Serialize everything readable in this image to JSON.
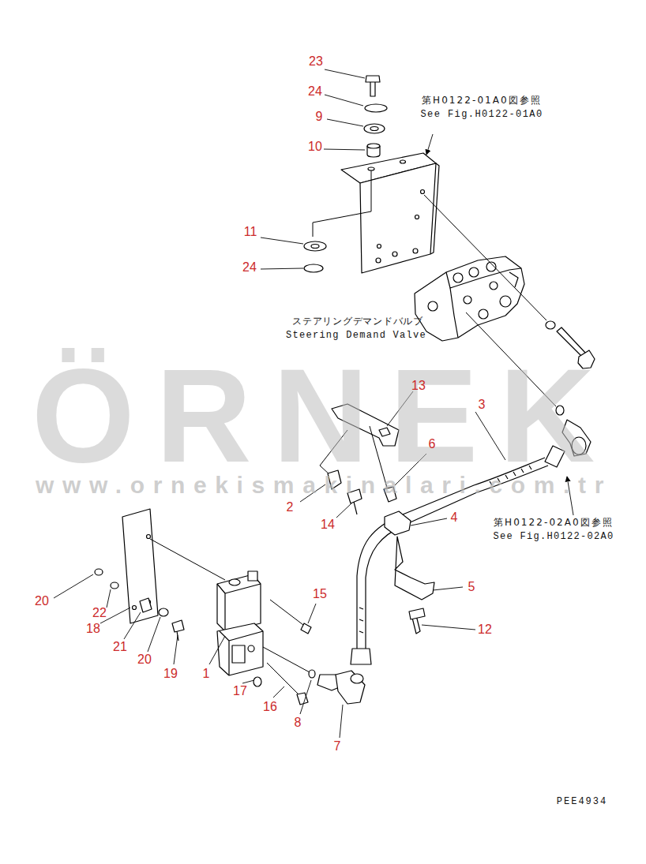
{
  "diagram": {
    "labels": [
      "23",
      "24",
      "9",
      "10",
      "11",
      "24",
      "第H0122-01A0図参照",
      "See Fig.H0122-01A0",
      "ステアリングデマンドバルブ",
      "Steering Demand Valve",
      "ÖRNEK",
      "www.ornekismakinalari.com.tr",
      "13",
      "3",
      "6",
      "2",
      "14",
      "4",
      "第H0122-02A0図参照",
      "See Fig.H0122-02A0",
      "5",
      "12",
      "15",
      "20",
      "22",
      "18",
      "21",
      "20",
      "19",
      "1",
      "17",
      "16",
      "8",
      "7",
      "PEE4934"
    ]
  }
}
